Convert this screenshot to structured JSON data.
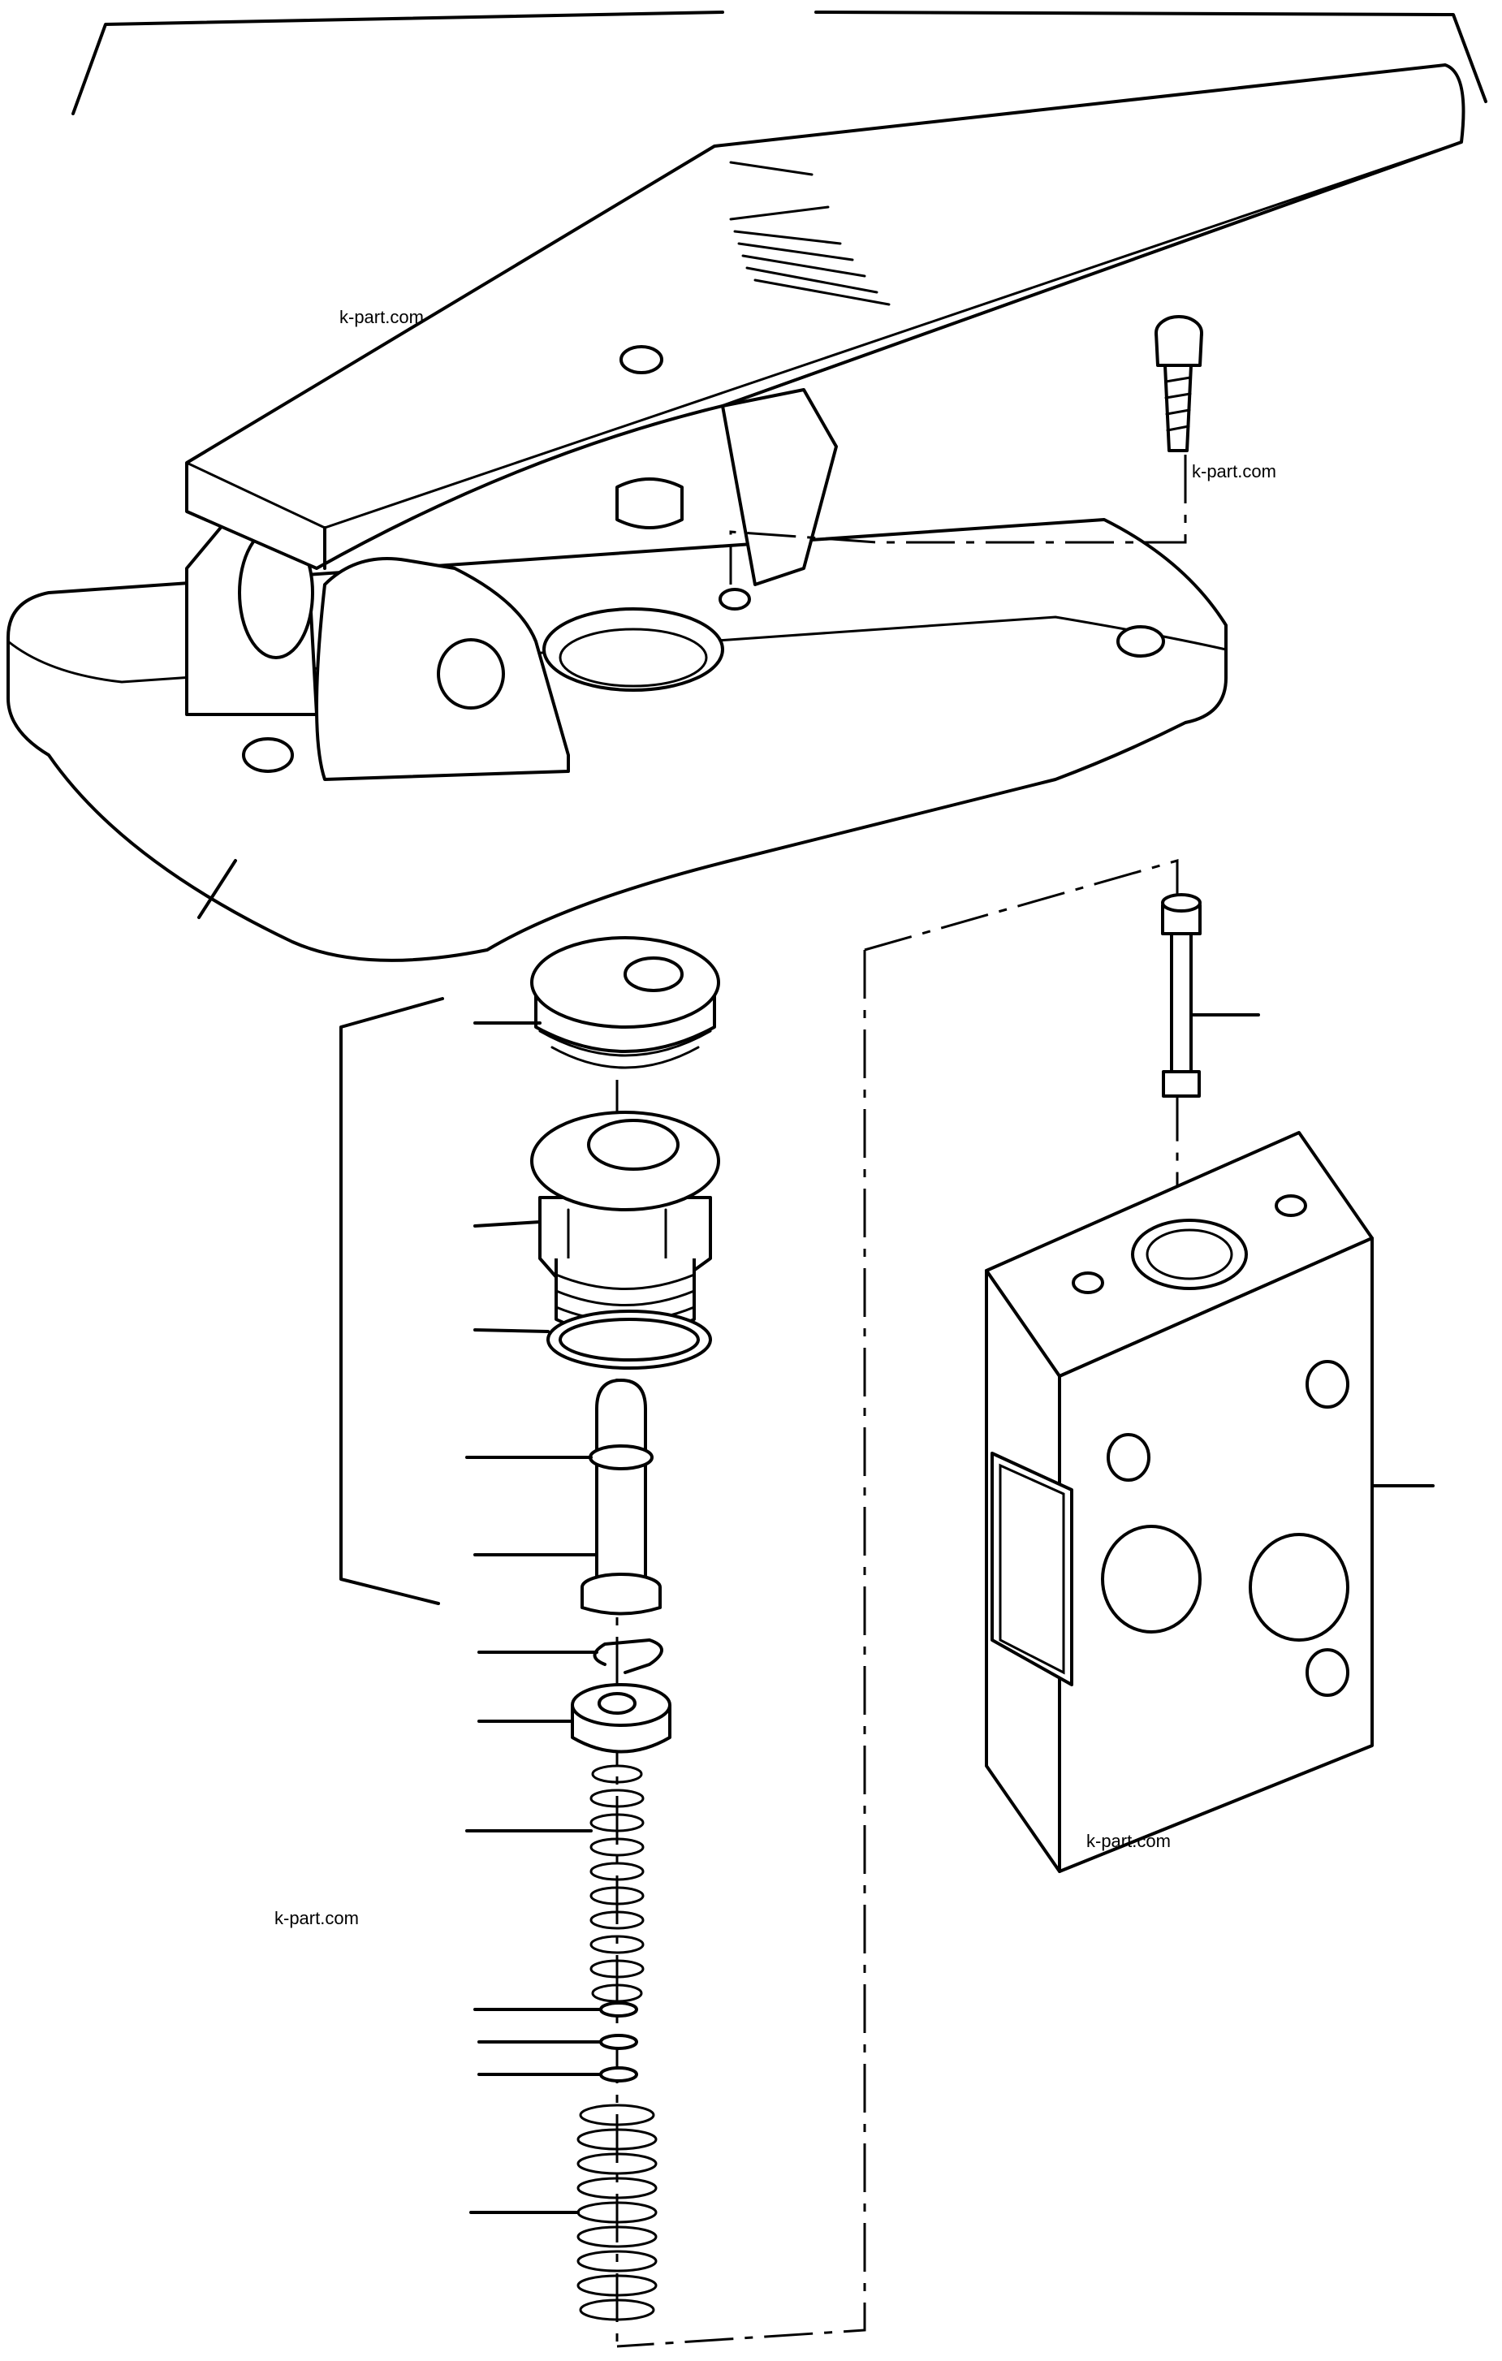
{
  "watermarks": [
    "k-part.com",
    "k-part.com",
    "k-part.com",
    "k-part.com"
  ],
  "callouts": [
    "pedal-base-callout",
    "dust-boot-callout",
    "plug-nut-callout",
    "o-ring-callout",
    "plunger-seal-callout",
    "plunger-callout",
    "circlip-callout",
    "spring-seat-callout",
    "upper-spring-callout",
    "shim-1-callout",
    "shim-2-callout",
    "shim-3-callout",
    "lower-spring-callout",
    "bolt-callout",
    "valve-body-callout"
  ],
  "colors": {
    "line": "#000000",
    "background": "#ffffff"
  }
}
